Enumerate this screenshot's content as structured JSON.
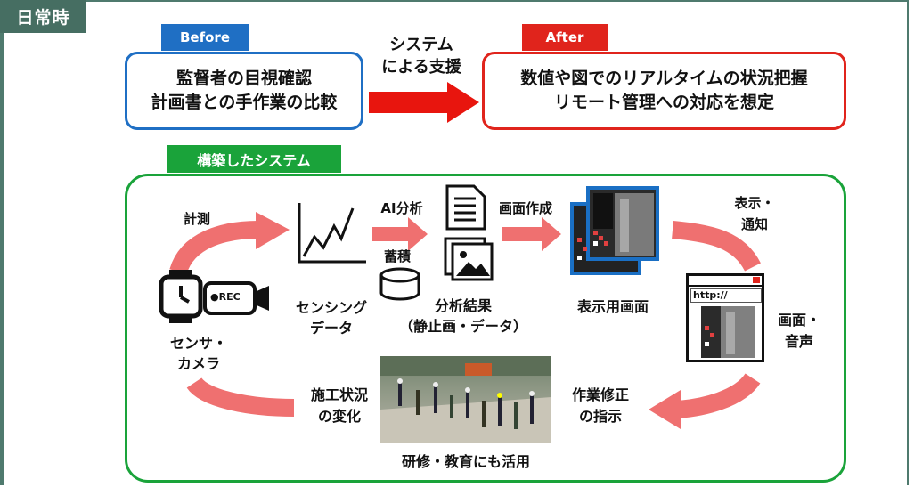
{
  "corner_tag": "日常時",
  "before": {
    "tab": "Before",
    "lines": [
      "監督者の目視確認",
      "計画書との手作業の比較"
    ]
  },
  "transition": {
    "lines": [
      "システム",
      "による支援"
    ]
  },
  "after": {
    "tab": "After",
    "lines": [
      "数値や図でのリアルタイムの状況把握",
      "リモート管理への対応を想定"
    ]
  },
  "system": {
    "tab": "構築したシステム",
    "measure": "計測",
    "sensor_camera": [
      "センサ・",
      "カメラ"
    ],
    "rec_label": "●REC",
    "sensing_data": [
      "センシング",
      "データ"
    ],
    "ai_analysis": "AI分析",
    "accumulate": "蓄積",
    "analysis_result": [
      "分析結果",
      "（静止画・データ）"
    ],
    "screen_creation": "画面作成",
    "display_screen": "表示用画面",
    "display_notify": [
      "表示・",
      "通知"
    ],
    "url_text": "http://",
    "screen_audio": [
      "画面・",
      "音声"
    ],
    "work_correction": [
      "作業修正",
      "の指示"
    ],
    "construction_change": [
      "施工状況",
      "の変化"
    ],
    "training": "研修・教育にも活用"
  },
  "colors": {
    "corner_green": "#466e62",
    "before_blue": "#1f6fc4",
    "after_red": "#e0241c",
    "system_green": "#1aa33a",
    "arrow_pink": "#ef7070",
    "arrow_red": "#e8150e"
  }
}
